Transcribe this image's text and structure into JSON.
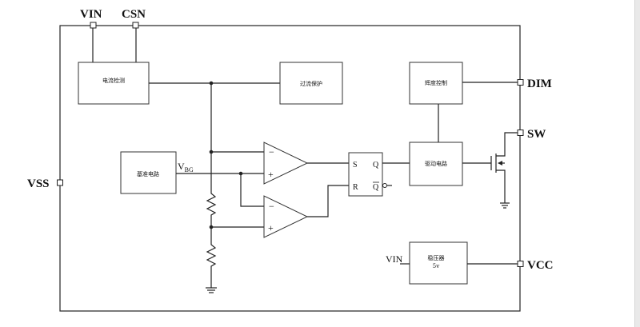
{
  "pins": {
    "vin": "VIN",
    "csn": "CSN",
    "vss": "VSS",
    "dim": "DIM",
    "sw": "SW",
    "vcc": "VCC"
  },
  "blocks": {
    "current_detect": "电流检测",
    "overcurrent": "过流保护",
    "brightness": "辉度控制",
    "reference": "基准电路",
    "driver": "驱动电路",
    "regulator_line1": "稳压器",
    "regulator_line2": "5v"
  },
  "signals": {
    "vbg_main": "V",
    "vbg_sub": "BG",
    "vin_reg": "VIN",
    "ff_s": "S",
    "ff_r": "R",
    "ff_q": "Q",
    "ff_qbar": "Q",
    "minus": "−",
    "plus": "+"
  }
}
